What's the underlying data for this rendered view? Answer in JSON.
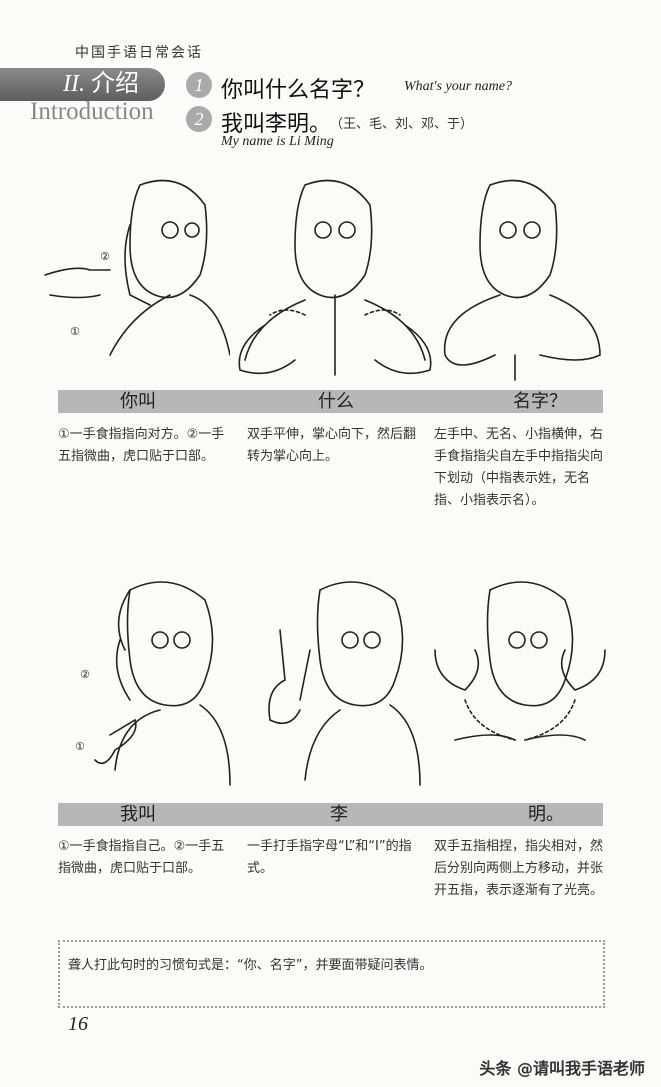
{
  "running_header": "中国手语日常会话",
  "section": {
    "number": "II.",
    "title": "介绍",
    "english": "Introduction"
  },
  "sentences": [
    {
      "number": "1",
      "chinese": "你叫什么名字？",
      "english": "What's your name?"
    },
    {
      "number": "2",
      "chinese": "我叫李明。",
      "alternatives": "（王、毛、刘、邓、于）",
      "english": "My name is Li Ming"
    }
  ],
  "rows": [
    {
      "signs": [
        {
          "word": "你叫",
          "description": "①一手食指指向对方。②一手五指微曲，虎口贴于口部。"
        },
        {
          "word": "什么",
          "description": "双手平伸，掌心向下，然后翻转为掌心向上。"
        },
        {
          "word": "名字？",
          "description": "左手中、无名、小指横伸，右手食指指尖自左手中指指尖向下划动（中指表示姓，无名指、小指表示名）。"
        }
      ]
    },
    {
      "signs": [
        {
          "word": "我叫",
          "description": "①一手食指指自己。②一手五指微曲，虎口贴于口部。"
        },
        {
          "word": "李",
          "description": "一手打手指字母“L”和“I”的指式。"
        },
        {
          "word": "明。",
          "description": "双手五指相捏，指尖相对，然后分别向两侧上方移动，并张开五指，表示逐渐有了光亮。"
        }
      ]
    }
  ],
  "note": "聋人打此句时的习惯句式是：“你、名字”，并要面带疑问表情。",
  "page_number": "16",
  "watermark": "头条 @请叫我手语老师",
  "colors": {
    "bar": "#b7b7b7",
    "tab": "#6e6e6e",
    "badge": "#aaaaaa"
  }
}
